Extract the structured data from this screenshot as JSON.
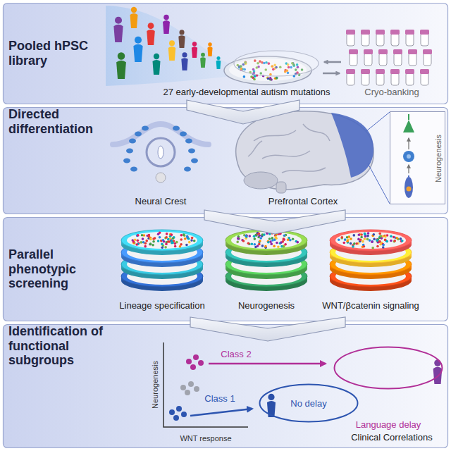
{
  "diagram": {
    "nodes": [
      {
        "text": [
          "Pooled hPSC library"
        ]
      },
      {
        "text": [
          "Directed differentiation"
        ]
      },
      {
        "text": [
          "Neurogenesis"
        ],
        "in": 1
      },
      {
        "text": [
          "Parallel phenotypic screening"
        ]
      },
      {
        "text": [
          "Identification of functional subgroups"
        ]
      },
      {
        "text": [
          "Language delay"
        ],
        "in": 4
      },
      {
        "text": [
          "No delay"
        ],
        "in": 4
      }
    ],
    "edges": [
      {
        "from": 0,
        "to": 1,
        "arrow": "to"
      },
      {
        "from": 1,
        "to": 3,
        "arrow": "to"
      },
      {
        "from": 3,
        "to": 4,
        "arrow": "to"
      }
    ],
    "labels": [
      "27 early-developmental autism mutations",
      "Cryo-banking",
      "Neural Crest",
      "Prefrontal Cortex",
      "Lineage specification",
      "Neurogenesis",
      "WNT/βcatenin signaling",
      "Neurogenesis",
      "WNT response",
      "Class 2",
      "Class 1",
      "Clinical Correlations"
    ]
  }
}
